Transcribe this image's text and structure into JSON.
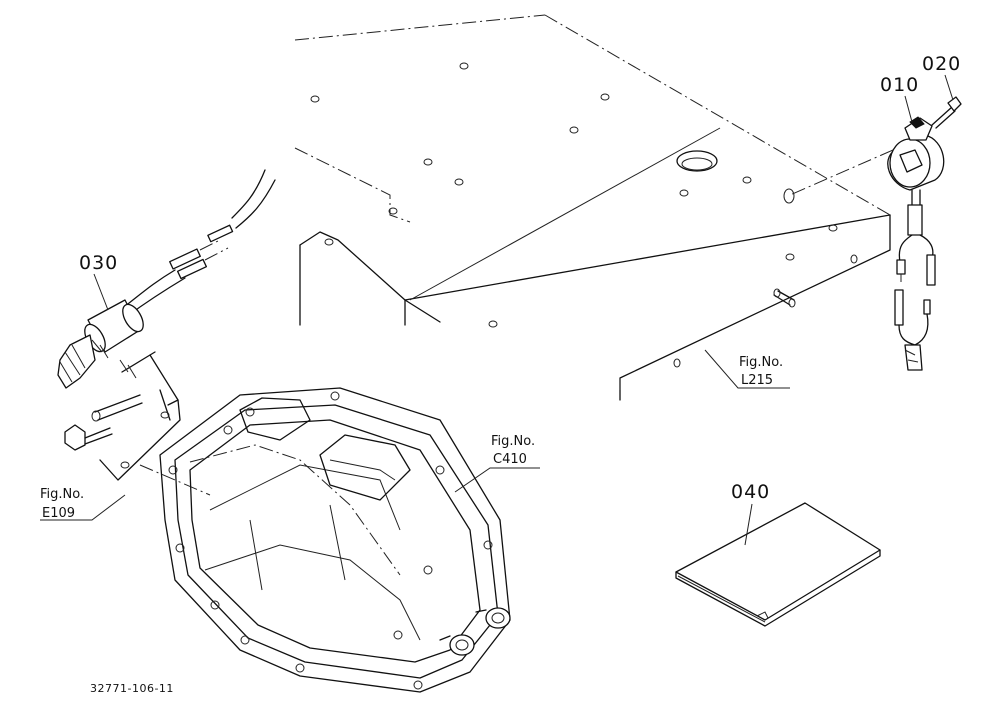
{
  "diagram": {
    "parts": [
      {
        "id": "010",
        "label": "010"
      },
      {
        "id": "020",
        "label": "020"
      },
      {
        "id": "030",
        "label": "030"
      },
      {
        "id": "040",
        "label": "040"
      }
    ],
    "figure_refs": [
      {
        "id": "L215",
        "line1": "Fig.No.",
        "line2": "L215"
      },
      {
        "id": "C410",
        "line1": "Fig.No.",
        "line2": "C410"
      },
      {
        "id": "E109",
        "line1": "Fig.No.",
        "line2": "E109"
      }
    ],
    "drawing_number": "32771-106-11"
  }
}
